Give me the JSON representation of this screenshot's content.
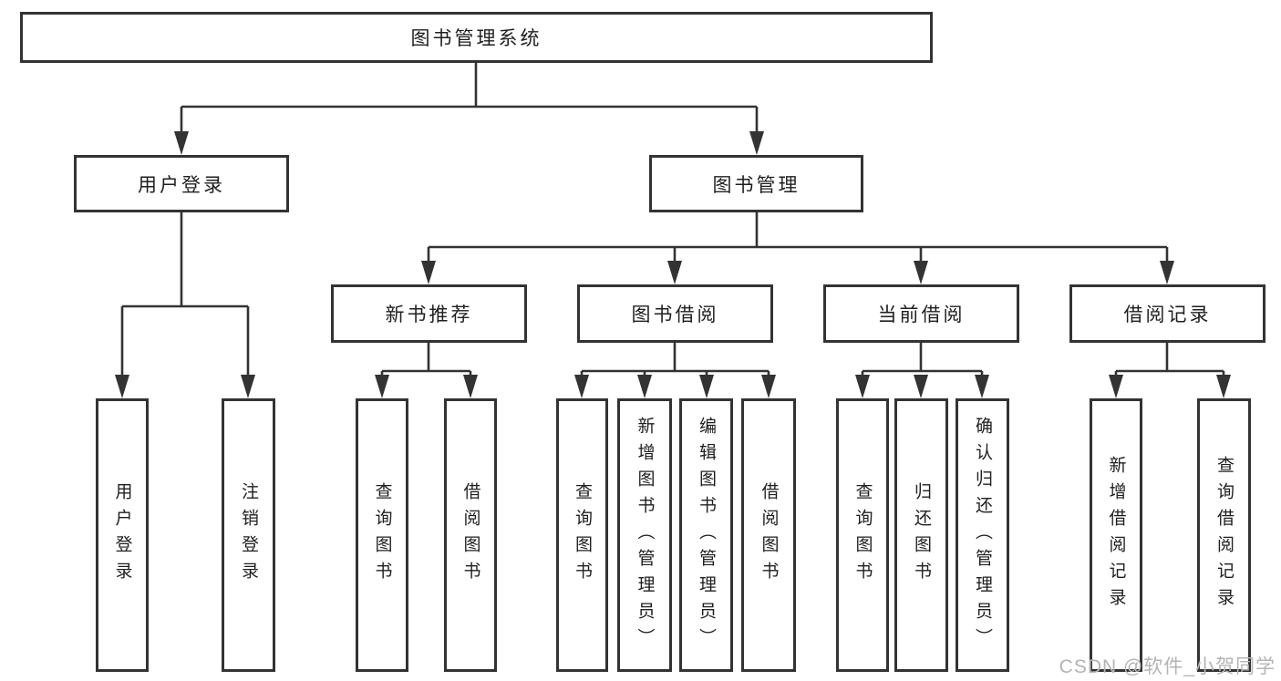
{
  "tree": {
    "label": "图书管理系统",
    "children": [
      {
        "label": "用户登录",
        "children": [
          {
            "label": "用户登录"
          },
          {
            "label": "注销登录"
          }
        ]
      },
      {
        "label": "图书管理",
        "children": [
          {
            "label": "新书推荐",
            "children": [
              {
                "label": "查询图书"
              },
              {
                "label": "借阅图书"
              }
            ]
          },
          {
            "label": "图书借阅",
            "children": [
              {
                "label": "查询图书"
              },
              {
                "label": "新增图书（管理员）"
              },
              {
                "label": "编辑图书（管理员）"
              },
              {
                "label": "借阅图书"
              }
            ]
          },
          {
            "label": "当前借阅",
            "children": [
              {
                "label": "查询图书"
              },
              {
                "label": "归还图书"
              },
              {
                "label": "确认归还（管理员）"
              }
            ]
          },
          {
            "label": "借阅记录",
            "children": [
              {
                "label": "新增借阅记录"
              },
              {
                "label": "查询借阅记录"
              }
            ]
          }
        ]
      }
    ]
  },
  "watermark": "CSDN @软件_小贺同学",
  "colors": {
    "line": "#333333",
    "text": "#1f1f1f",
    "watermark": "#b4b4b4",
    "background": "#ffffff"
  }
}
